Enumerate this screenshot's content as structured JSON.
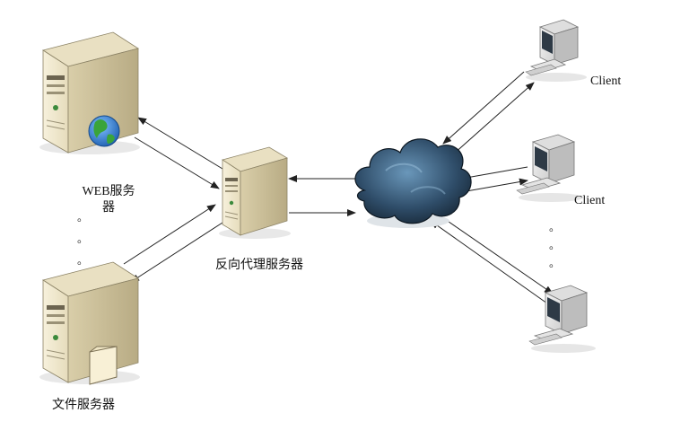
{
  "nodes": {
    "web_server": {
      "label": "WEB服务器"
    },
    "file_server": {
      "label": "文件服务器"
    },
    "proxy_server": {
      "label": "反向代理服务器"
    },
    "client_1": {
      "label": "Client"
    },
    "client_2": {
      "label": "Client"
    },
    "client_3": {
      "label": ""
    }
  },
  "ellipsis_left": [
    "。",
    "。",
    "。"
  ],
  "ellipsis_right": [
    "。",
    "。",
    "。"
  ],
  "colors": {
    "server_body": "#efe6cc",
    "server_shadow": "#c9bd98",
    "cloud_dark": "#1b2f44",
    "cloud_light": "#5b86a8",
    "globe": "#2d7fd6",
    "arrow": "#222222"
  },
  "icons": {
    "web_server": "server-globe-icon",
    "file_server": "server-folder-icon",
    "proxy_server": "server-tower-icon",
    "network": "cloud-icon",
    "client": "desktop-computer-icon"
  }
}
